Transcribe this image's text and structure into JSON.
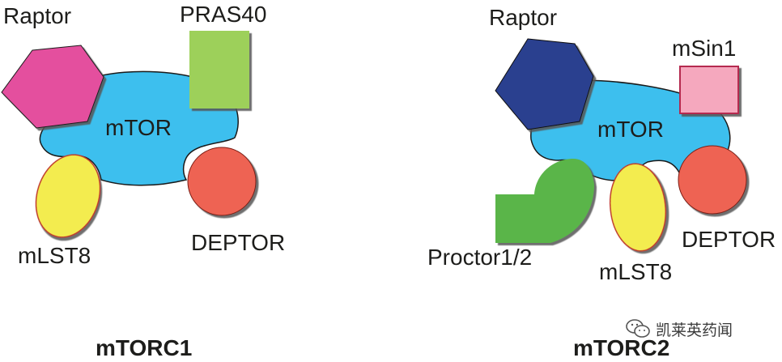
{
  "mtorc1": {
    "title": "mTORC1",
    "labels": {
      "raptor": "Raptor",
      "pras40": "PRAS40",
      "mtor": "mTOR",
      "mlst8": "mLST8",
      "deptor": "DEPTOR"
    }
  },
  "mtorc2": {
    "title": "mTORC2",
    "labels": {
      "raptor": "Raptor",
      "msin1": "mSin1",
      "mtor": "mTOR",
      "proctor": "Proctor1/2",
      "mlst8": "mLST8",
      "deptor": "DEPTOR"
    }
  },
  "colors": {
    "mtor": "#3dbfee",
    "raptor1": "#e44f9e",
    "raptor2": "#2a3f8f",
    "pras40": "#9dd05a",
    "msin1": "#f5a8be",
    "mlst8": "#f3ec50",
    "deptor": "#ee6352",
    "proctor": "#5ab54a"
  },
  "watermark": {
    "text": "凯莱英药闻",
    "icon": "wechat-icon"
  }
}
